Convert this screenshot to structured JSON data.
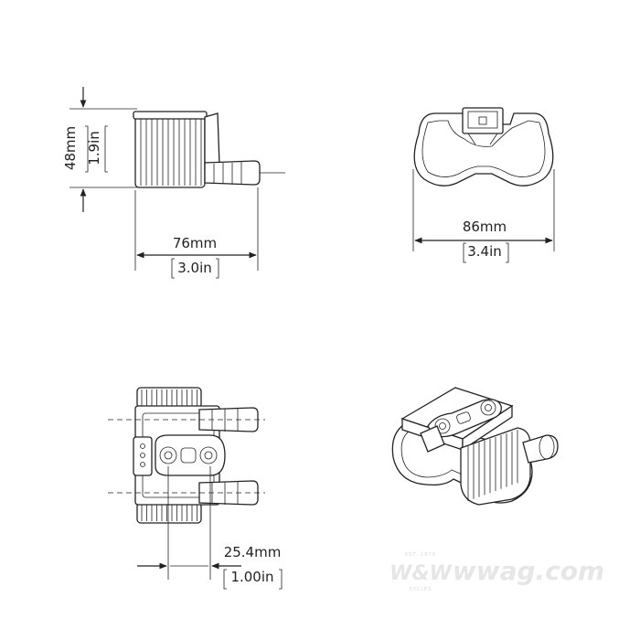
{
  "dimensions": {
    "side_height_mm": "48mm",
    "side_height_in": "1.9in",
    "side_length_mm": "76mm",
    "side_length_in": "3.0in",
    "rear_width_mm": "86mm",
    "rear_width_in": "3.4in",
    "top_spacing_mm": "25.4mm",
    "top_spacing_in": "1.00in"
  },
  "watermark": {
    "est_text": "EST. 1979",
    "brand_short": "W&W",
    "brand_url": "wwag.com",
    "sub_text": "CYCLES"
  },
  "colors": {
    "line": "#222222",
    "watermark": "#e6e6e6"
  }
}
